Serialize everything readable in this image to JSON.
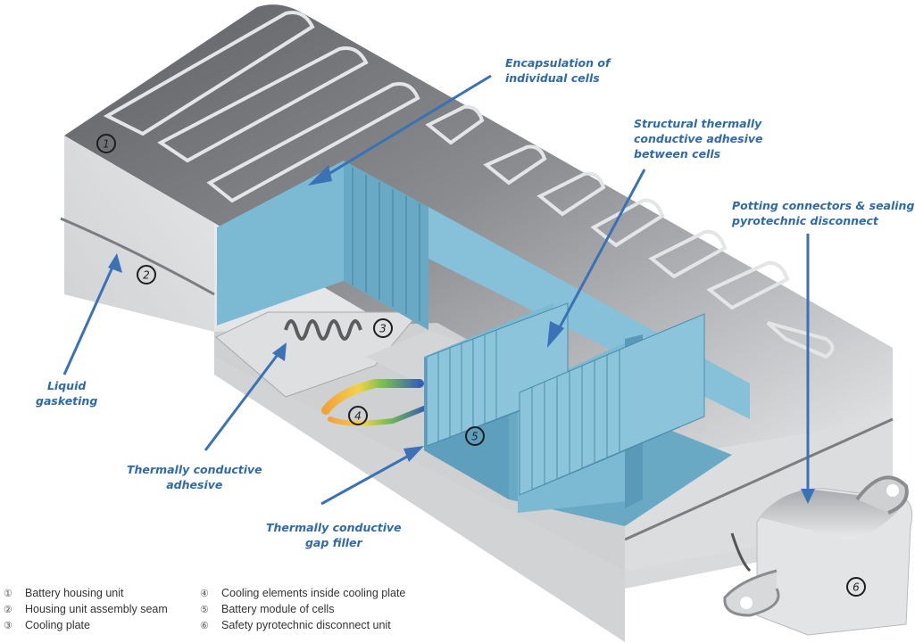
{
  "callouts": {
    "encapsulation": [
      "Encapsulation of",
      "individual cells"
    ],
    "structural": [
      "Structural thermally",
      "conductive adhesive",
      "between cells"
    ],
    "potting": [
      "Potting connectors & sealing",
      "pyrotechnic disconnect"
    ],
    "liquid": [
      "Liquid",
      "gasketing"
    ],
    "thermal_adhesive": [
      "Thermally conductive",
      "adhesive"
    ],
    "gap_filler": [
      "Thermally conductive",
      "gap filler"
    ]
  },
  "badges": [
    "1",
    "2",
    "3",
    "4",
    "5",
    "6"
  ],
  "legend": {
    "col1": [
      {
        "num": "①",
        "label": "Battery housing unit"
      },
      {
        "num": "②",
        "label": "Housing unit assembly seam"
      },
      {
        "num": "③",
        "label": "Cooling plate"
      }
    ],
    "col2": [
      {
        "num": "④",
        "label": "Cooling elements inside cooling plate"
      },
      {
        "num": "⑤",
        "label": "Battery module of cells"
      },
      {
        "num": "⑥",
        "label": "Safety pyrotechnic disconnect unit"
      }
    ]
  },
  "colors": {
    "arrow": "#3a72b5",
    "callout_text": "#2f6aa8",
    "cell_blue": "#7fbad3",
    "housing_dark": "#6c6e71",
    "housing_light": "#d8d9db"
  }
}
